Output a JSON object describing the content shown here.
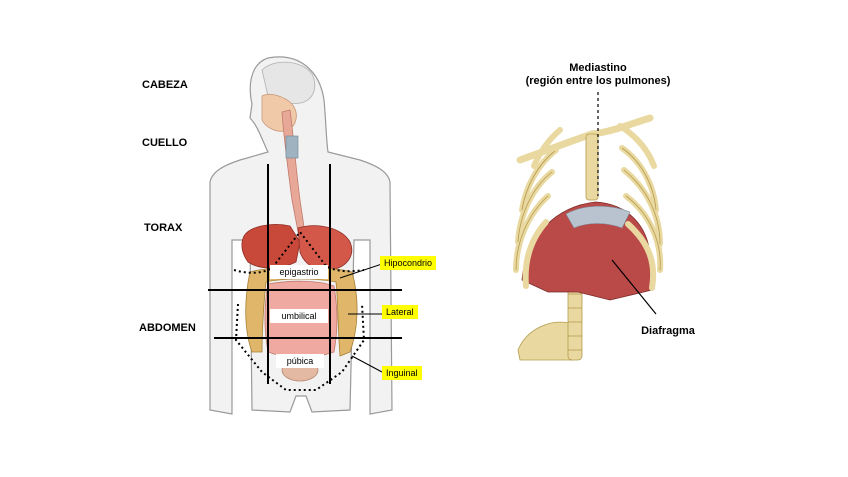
{
  "body_regions": {
    "head": "CABEZA",
    "neck": "CUELLO",
    "thorax": "TORAX",
    "abdomen": "ABDOMEN"
  },
  "abdominal_zones": {
    "epigastric": "epigastrio",
    "umbilical": "umbilical",
    "pubic": "púbica"
  },
  "callouts": {
    "hypochondrium": "Hipocondrio",
    "lateral": "Lateral",
    "inguinal": "Inguinal"
  },
  "thorax_labels": {
    "mediastinum_title": "Mediastino",
    "mediastinum_subtitle": "(región entre los pulmones)",
    "diaphragm": "Diafragma"
  },
  "colors": {
    "callout_bg": "#ffff00",
    "organ_red": "#c8493a",
    "bone": "#e9d9a0",
    "skin_outline": "#9a9a9a"
  }
}
